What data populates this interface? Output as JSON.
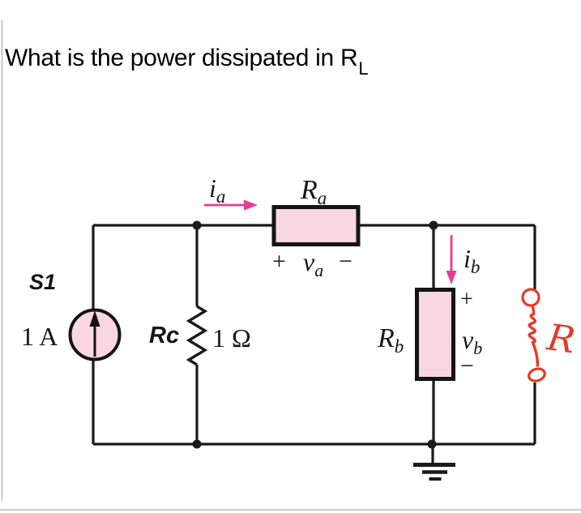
{
  "question": {
    "title": "What is the power dissipated in R",
    "title_sub": "L"
  },
  "circuit": {
    "source": {
      "step_label": "S1",
      "value_label": "1 A",
      "type": "independent current source, arrow up"
    },
    "rc": {
      "name": "Rc",
      "value": "1 Ω"
    },
    "ra": {
      "name": "R",
      "sub": "a"
    },
    "rb": {
      "name": "R",
      "sub": "b"
    },
    "ia": {
      "name": "i",
      "sub": "a"
    },
    "ib": {
      "name": "i",
      "sub": "b"
    },
    "va": {
      "plus": "+",
      "name": "v",
      "sub": "a",
      "minus": "−"
    },
    "vb": {
      "plus": "+",
      "name": "v",
      "sub": "b",
      "minus": "−"
    },
    "load": {
      "handwritten_label": "R"
    },
    "colors": {
      "resistor_fill": "#f8d7e2",
      "current_arrow": "#ea3a92",
      "handdrawn_red": "#e23b26",
      "wire": "#1a1a1a"
    }
  }
}
